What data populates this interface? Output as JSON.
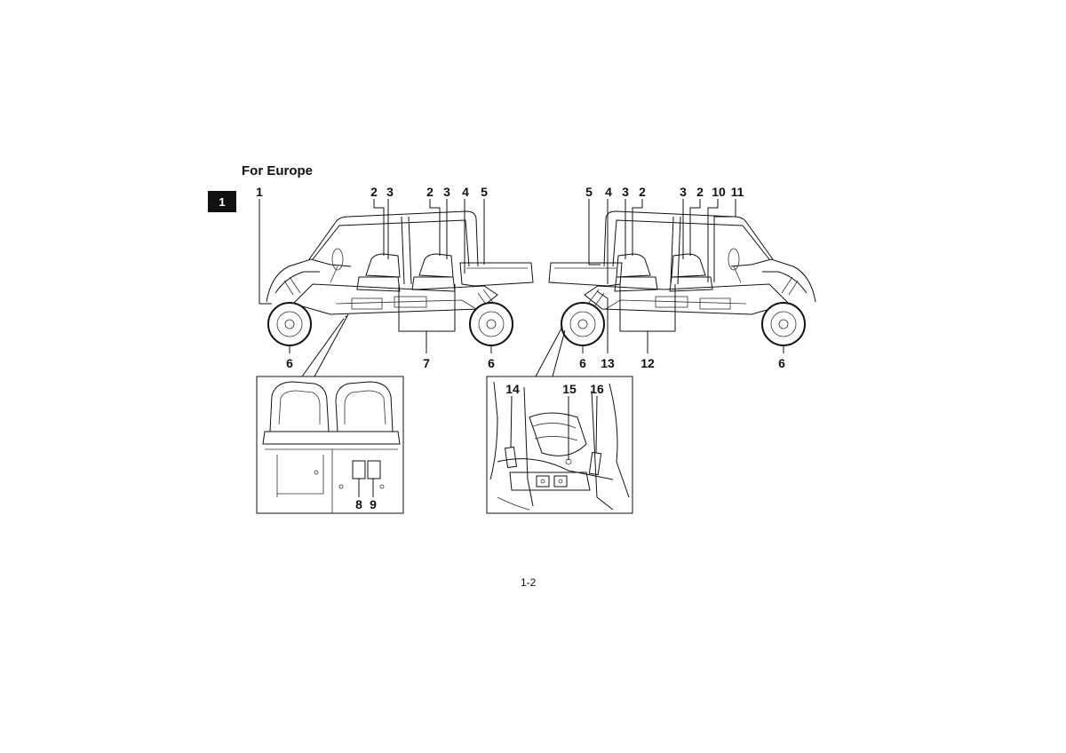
{
  "page": {
    "section_title": "For Europe",
    "chapter_tab": "1",
    "page_number": "1-2"
  },
  "callouts": {
    "left_vehicle": {
      "c1": "1",
      "c2a": "2",
      "c3a": "3",
      "c2b": "2",
      "c3b": "3",
      "c4": "4",
      "c5": "5",
      "c6a": "6",
      "c7": "7",
      "c6b": "6"
    },
    "right_vehicle": {
      "c5": "5",
      "c4": "4",
      "c3a": "3",
      "c2a": "2",
      "c3b": "3",
      "c2b": "2",
      "c10": "10",
      "c11": "11",
      "c6a": "6",
      "c13": "13",
      "c12": "12",
      "c6b": "6"
    },
    "left_inset": {
      "c8": "8",
      "c9": "9"
    },
    "right_inset": {
      "c14": "14",
      "c15": "15",
      "c16": "16"
    }
  }
}
